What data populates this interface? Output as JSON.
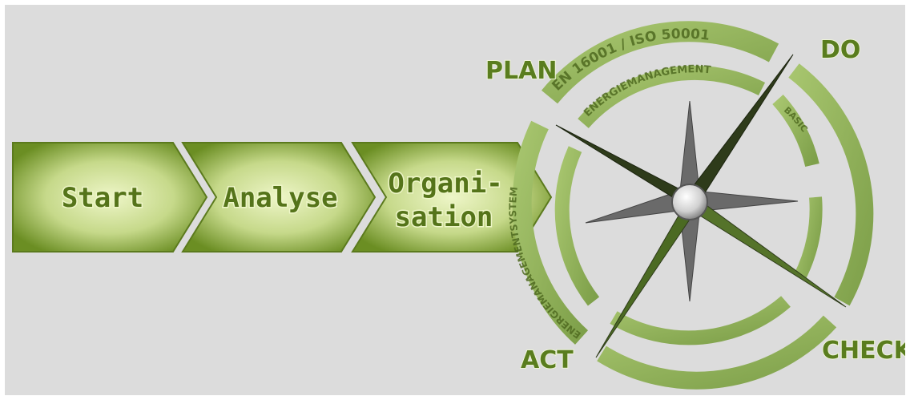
{
  "flow_steps": [
    {
      "lines": [
        "Start"
      ]
    },
    {
      "lines": [
        "Analyse"
      ]
    },
    {
      "lines": [
        "Organi-",
        "sation"
      ]
    }
  ],
  "pdca": {
    "plan": "PLAN",
    "do": "DO",
    "check": "CHECK",
    "act": "ACT"
  },
  "rings": {
    "outer": "EN 16001 / ISO 50001",
    "middle": "ENERGIEMANAGEMENT",
    "basic": "BASIC",
    "system": "ENERGIEMANAGEMENTSYSTEM"
  },
  "colors": {
    "background": "#dcdcdc",
    "chevron_dark": "#6b8e23",
    "chevron_light": "#e4efb6",
    "ring": "#8fb35a",
    "label": "#5a7d1e",
    "needle_dark": "#2e3b1a",
    "needle_gray": "#666666"
  },
  "icons": [
    "compass-rose-icon",
    "chevron-arrow-icon"
  ]
}
